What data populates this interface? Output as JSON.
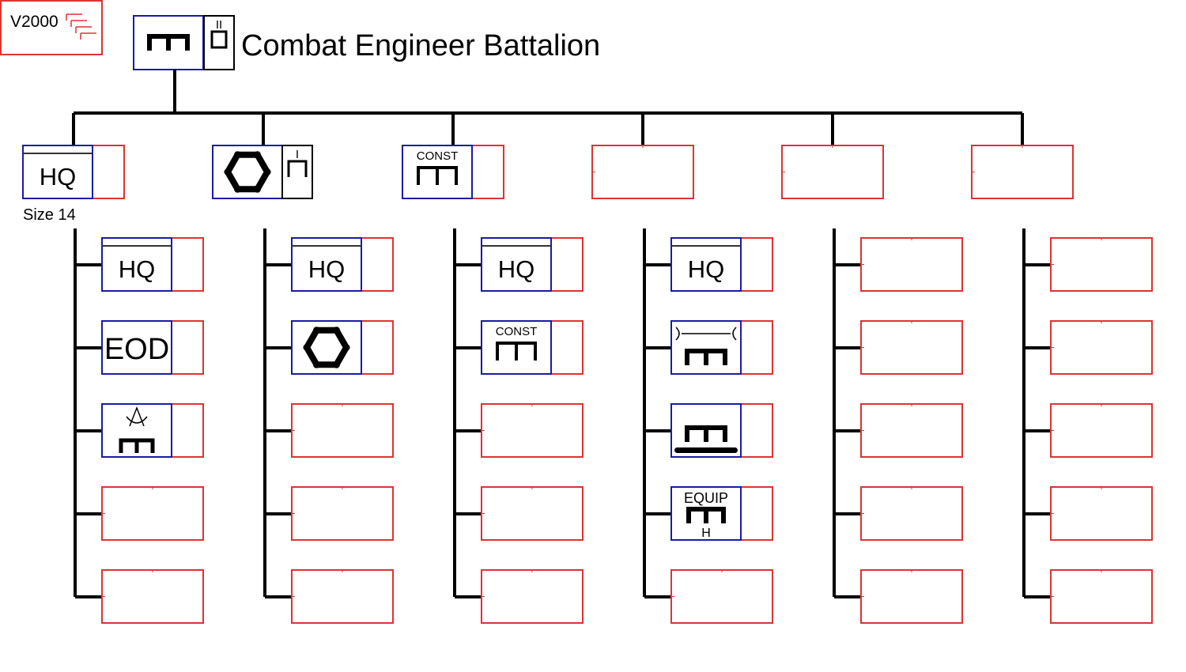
{
  "version_label": "V2000",
  "title": "Combat Engineer Battalion",
  "size_note": "Size 14",
  "colors": {
    "line": "#000000",
    "symbol_frame": "#1a1aa8",
    "placeholder": "#dd3333",
    "background": "#ffffff"
  },
  "battalion": {
    "symbol": "engineer",
    "echelon": "II"
  },
  "companies": [
    {
      "unit": {
        "symbol": "hq",
        "text": "HQ",
        "echelon": ""
      },
      "platoons": [
        {
          "symbol": "hq",
          "text": "HQ"
        },
        {
          "symbol": "eod",
          "text": "EOD"
        },
        {
          "symbol": "survey-engineer",
          "text": ""
        },
        {
          "symbol": "empty",
          "text": ""
        },
        {
          "symbol": "empty",
          "text": ""
        }
      ]
    },
    {
      "unit": {
        "symbol": "hexagon",
        "text": "",
        "echelon": "I"
      },
      "platoons": [
        {
          "symbol": "hq",
          "text": "HQ"
        },
        {
          "symbol": "hexagon",
          "text": ""
        },
        {
          "symbol": "empty",
          "text": ""
        },
        {
          "symbol": "empty",
          "text": ""
        },
        {
          "symbol": "empty",
          "text": ""
        }
      ]
    },
    {
      "unit": {
        "symbol": "construction",
        "text": "CONST",
        "echelon": ""
      },
      "platoons": [
        {
          "symbol": "hq",
          "text": "HQ"
        },
        {
          "symbol": "construction",
          "text": "CONST"
        },
        {
          "symbol": "empty",
          "text": ""
        },
        {
          "symbol": "empty",
          "text": ""
        },
        {
          "symbol": "empty",
          "text": ""
        }
      ]
    },
    {
      "unit": {
        "symbol": "empty",
        "text": "",
        "echelon": ""
      },
      "platoons": [
        {
          "symbol": "hq",
          "text": "HQ"
        },
        {
          "symbol": "bridge-engineer",
          "text": ""
        },
        {
          "symbol": "tracked-engineer",
          "text": ""
        },
        {
          "symbol": "heavy-equipment",
          "text": "EQUIP",
          "subtext": "H"
        },
        {
          "symbol": "empty",
          "text": ""
        }
      ]
    },
    {
      "unit": {
        "symbol": "empty",
        "text": "",
        "echelon": ""
      },
      "platoons": [
        {
          "symbol": "empty",
          "text": ""
        },
        {
          "symbol": "empty",
          "text": ""
        },
        {
          "symbol": "empty",
          "text": ""
        },
        {
          "symbol": "empty",
          "text": ""
        },
        {
          "symbol": "empty",
          "text": ""
        }
      ]
    },
    {
      "unit": {
        "symbol": "empty",
        "text": "",
        "echelon": ""
      },
      "platoons": [
        {
          "symbol": "empty",
          "text": ""
        },
        {
          "symbol": "empty",
          "text": ""
        },
        {
          "symbol": "empty",
          "text": ""
        },
        {
          "symbol": "empty",
          "text": ""
        },
        {
          "symbol": "empty",
          "text": ""
        }
      ]
    }
  ]
}
